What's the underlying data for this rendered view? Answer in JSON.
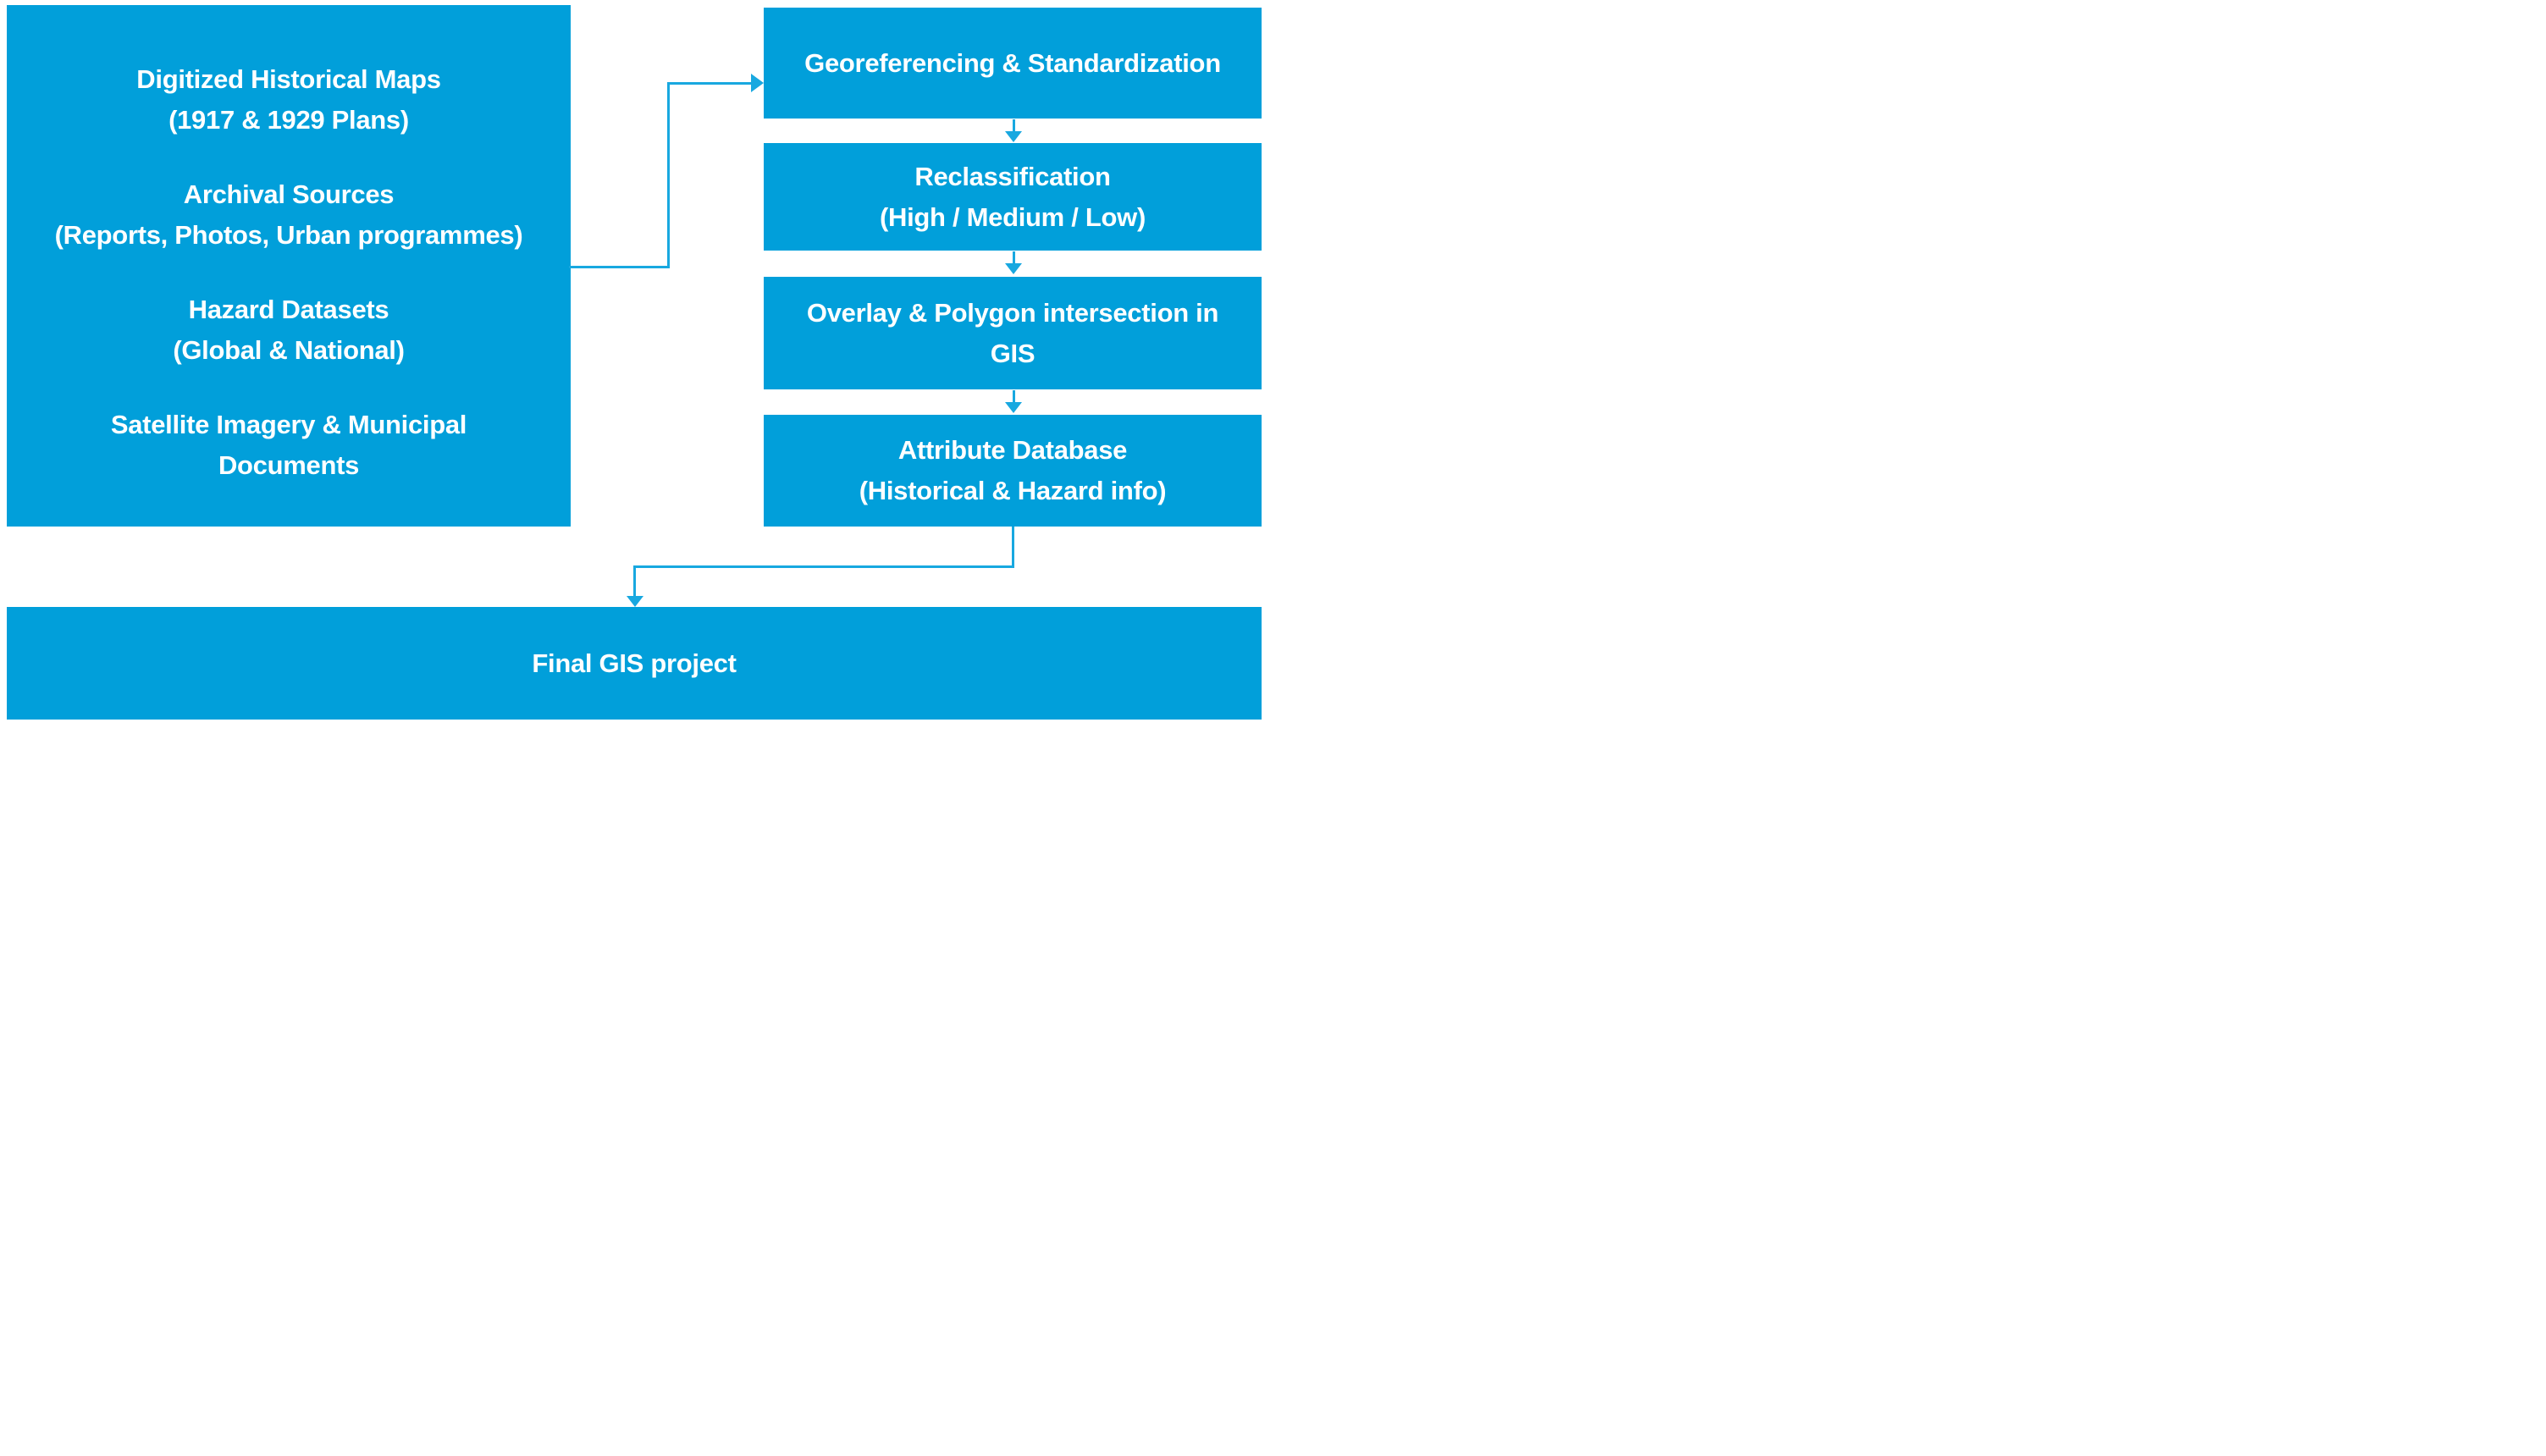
{
  "left_box": {
    "groups": [
      {
        "line1": "Digitized Historical Maps",
        "line2": "(1917 & 1929 Plans)"
      },
      {
        "line1": "Archival Sources",
        "line2": "(Reports, Photos, Urban programmes)"
      },
      {
        "line1": "Hazard Datasets",
        "line2": "(Global & National)"
      },
      {
        "line1": "Satellite Imagery & Municipal",
        "line2": "Documents"
      }
    ]
  },
  "process_boxes": [
    {
      "line1": "Georeferencing & Standardization",
      "line2": ""
    },
    {
      "line1": "Reclassification",
      "line2": "(High / Medium / Low)"
    },
    {
      "line1": "Overlay & Polygon intersection in",
      "line2": "GIS"
    },
    {
      "line1": "Attribute Database",
      "line2": "(Historical & Hazard info)"
    }
  ],
  "final_box": {
    "label": "Final GIS project"
  },
  "colors": {
    "box_fill": "#019FDA",
    "connector": "#18A8E0",
    "text": "#FFFFFF"
  }
}
